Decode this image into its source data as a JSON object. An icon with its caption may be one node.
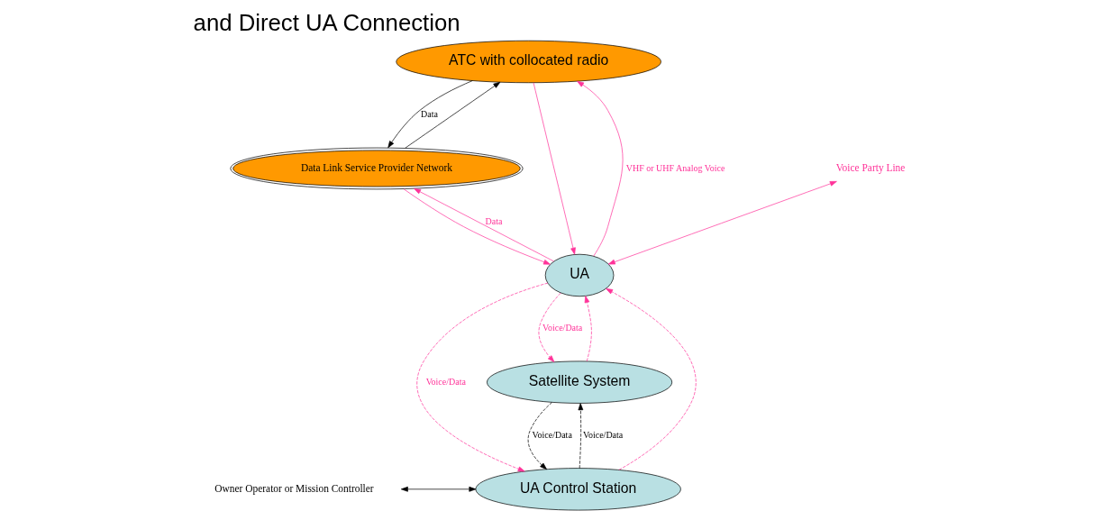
{
  "diagram": {
    "title": "and Direct UA Connection",
    "nodes": [
      {
        "text": [
          "ATC with collocated radio"
        ]
      },
      {
        "text": [
          "Data Link Service Provider Network"
        ]
      },
      {
        "text": [
          "UA"
        ]
      },
      {
        "text": [
          "Voice Party Line"
        ]
      },
      {
        "text": [
          "Owner Operator or Mission Controller"
        ]
      },
      {
        "text": [
          "UA Control Station"
        ]
      },
      {
        "text": [
          "Satellite System"
        ]
      }
    ],
    "edges": [
      {
        "from": 2,
        "to": 0,
        "arrow": "to",
        "label": "VHF or UHF Analog Voice"
      },
      {
        "from": 0,
        "to": 2,
        "arrow": "to"
      },
      {
        "from": 1,
        "to": 0,
        "arrow": "to",
        "color": "#000000"
      },
      {
        "from": 0,
        "to": 1,
        "arrow": "to",
        "label": "Data",
        "color": "#000000"
      },
      {
        "from": 2,
        "to": 1,
        "arrow": "to",
        "label": "Data"
      },
      {
        "from": 1,
        "to": 2,
        "arrow": "to"
      },
      {
        "from": 3,
        "to": 2,
        "arrow": "both"
      },
      {
        "from": 2,
        "to": 5,
        "arrow": "to",
        "style": "dashed",
        "label": "Voice/Data"
      },
      {
        "from": 5,
        "to": 2,
        "arrow": "to",
        "style": "dashed"
      },
      {
        "from": 2,
        "to": 6,
        "arrow": "to",
        "style": "dashed",
        "label": "Voice/Data"
      },
      {
        "from": 6,
        "to": 2,
        "arrow": "to",
        "style": "dashed"
      },
      {
        "from": 6,
        "to": 5,
        "arrow": "to",
        "style": "dashed",
        "label": "Voice/Data",
        "color": "#000000"
      },
      {
        "from": 5,
        "to": 6,
        "arrow": "to",
        "style": "dashed",
        "label": "Voice/Data",
        "color": "#000000"
      },
      {
        "from": 4,
        "to": 5,
        "arrow": "both",
        "color": "#000000"
      }
    ]
  }
}
